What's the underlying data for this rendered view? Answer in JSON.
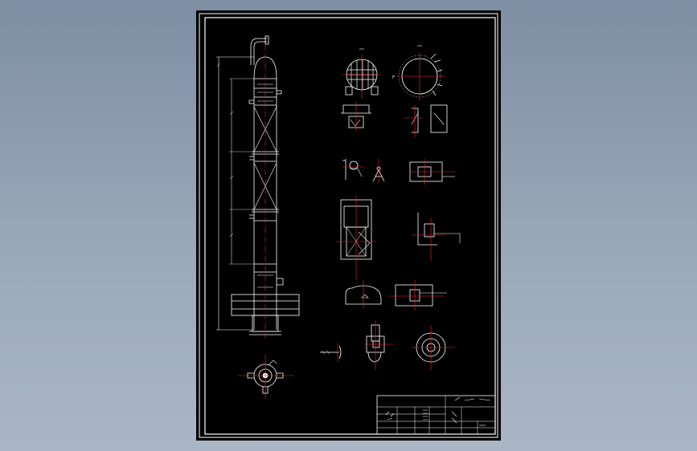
{
  "viewer": {
    "background_color": "#8d9cb0",
    "sheet_color": "#000000",
    "line_color": "#ffffff",
    "centerline_color": "#ff2020",
    "accent_color": "#2a7fd4"
  },
  "drawing": {
    "main_view": "column-elevation",
    "section_view": "column-top-section",
    "detail_views": [
      "manway-grid-view",
      "flange-circle-view",
      "support-bracket-detail",
      "nozzle-angle-detail",
      "pipe-clamp-detail",
      "lug-detail",
      "tray-support-box",
      "tray-support-side",
      "manhole-cover",
      "nozzle-cross",
      "sight-glass-side",
      "coupling-detail",
      "ring-flange-view"
    ]
  },
  "title_block": {
    "text": ""
  }
}
